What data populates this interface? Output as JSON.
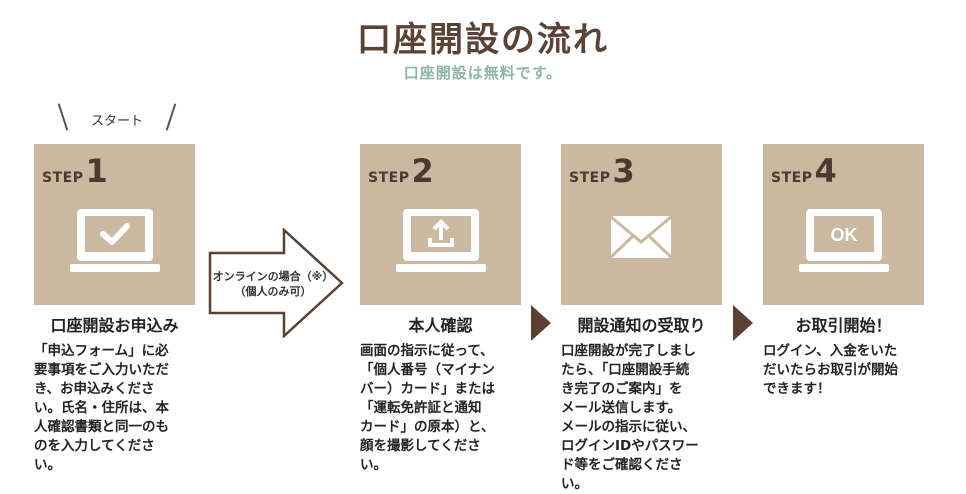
{
  "header": {
    "title": "口座開設の流れ",
    "subtitle": "口座開設は無料です。"
  },
  "start_label": "スタート",
  "middle_arrow": {
    "lines": [
      "オンラインの場合（※）",
      "（個人のみ可）"
    ]
  },
  "steps": [
    {
      "step_word": "STEP",
      "number": "1",
      "icon": "laptop-check-icon",
      "heading": "口座開設お申込み",
      "lines": [
        "「申込フォーム」に必",
        "要事項をご入力いただ",
        "き、お申込みくださ",
        "い。氏名・住所は、本",
        "人確認書類と同一のも",
        "のを入力してくださ",
        "い。"
      ]
    },
    {
      "step_word": "STEP",
      "number": "2",
      "icon": "laptop-upload-icon",
      "heading": "本人確認",
      "lines": [
        "画面の指示に従って、",
        "「個人番号（マイナン",
        "バー）カード」または",
        "「運転免許証と通知",
        "カード」の原本）と、",
        "顔を撮影してくださ",
        "い。"
      ]
    },
    {
      "step_word": "STEP",
      "number": "3",
      "icon": "envelope-icon",
      "heading": "開設通知の受取り",
      "lines": [
        "口座開設が完了しまし",
        "たら、「口座開設手続",
        "き完了のご案内」を",
        "メール送信します。",
        "メールの指示に従い、",
        "ログインIDやパスワー",
        "ド等をご確認くださ",
        "い。"
      ]
    },
    {
      "step_word": "STEP",
      "number": "4",
      "icon": "laptop-ok-icon",
      "icon_text": "OK",
      "heading": "お取引開始！",
      "lines": [
        "ログイン、入金をいた",
        "だいたらお取引が開始",
        "できます！"
      ]
    }
  ],
  "colors": {
    "title": "#5a4334",
    "subtitle": "#8fb5a8",
    "box": "#cbb8a0",
    "arrow_dark": "#5b4133"
  }
}
